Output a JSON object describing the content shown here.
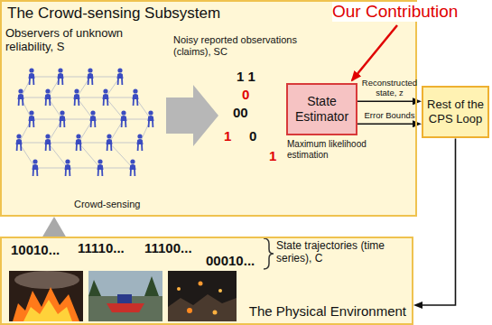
{
  "diagram": {
    "nodes": [
      {
        "text": [
          "The Crowd-sensing Subsystem"
        ]
      },
      {
        "text": [
          "State Estimator"
        ],
        "in": 0
      },
      {
        "text": [
          "Rest of the CPS Loop"
        ]
      },
      {
        "text": [
          "The Physical Environment"
        ]
      }
    ],
    "edges": [
      {
        "from": 1,
        "to": 2,
        "arrow": "to",
        "label": "Reconstructed state, z"
      },
      {
        "from": 1,
        "to": 2,
        "arrow": "to",
        "label": "Error Bounds"
      },
      {
        "from": 2,
        "to": 3,
        "arrow": "to"
      },
      {
        "from": 3,
        "to": 0,
        "arrow": "to"
      }
    ],
    "labels": [
      "Our Contribution",
      "Observers of unknown reliability, S",
      "Crowd-sensing",
      "Noisy reported observations (claims), SC",
      "1 1",
      "0",
      "00",
      "1",
      "0",
      "1",
      "Maximum likelihood estimation",
      "10010...",
      "11110...",
      "11100...",
      "00010...",
      "State trajectories (time series), C"
    ]
  }
}
